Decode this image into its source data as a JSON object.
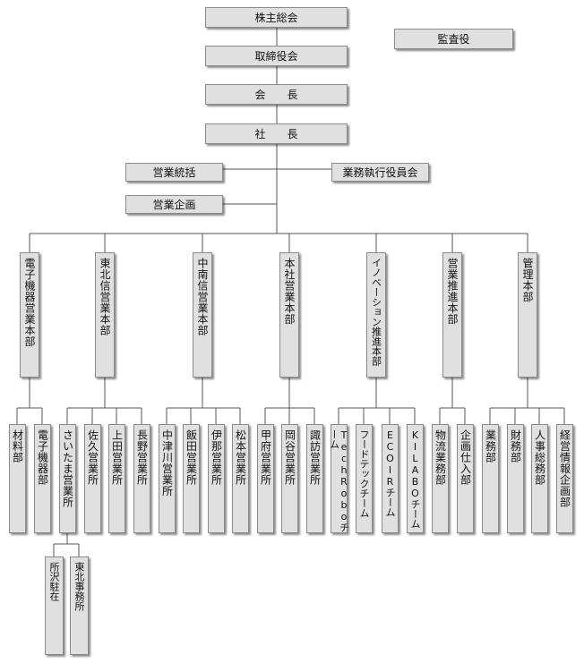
{
  "top": {
    "shareholders": "株主総会",
    "auditor": "監査役",
    "board": "取締役会",
    "chairman": "会　　長",
    "president": "社　　長",
    "sales_control": "営業統括",
    "executive_officers": "業務執行役員会",
    "sales_planning": "営業企画"
  },
  "divisions": [
    "電子機器営業本部",
    "東北信営業本部",
    "中南信営業本部",
    "本社営業本部",
    "イノベーション推進本部",
    "営業推進本部",
    "管理本部"
  ],
  "departments": {
    "d1": [
      "材料部",
      "電子機器部"
    ],
    "d2": [
      "さいたま営業所",
      "佐久営業所",
      "上田営業所",
      "長野営業所"
    ],
    "d3": [
      "中津川営業所",
      "飯田営業所",
      "伊那営業所",
      "松本営業所"
    ],
    "d4": [
      "甲府営業所",
      "岡谷営業所",
      "諏訪営業所"
    ],
    "d5": [
      "TechRoboチーム",
      "フードテックチーム",
      "ECOIRチーム",
      "KILABOチーム"
    ],
    "d6": [
      "物流業務部",
      "企画仕入部"
    ],
    "d7": [
      "業務部",
      "財務部",
      "人事総務部",
      "経営情報企画部"
    ]
  },
  "sub_offices": [
    "所沢駐在",
    "東北事務所"
  ]
}
